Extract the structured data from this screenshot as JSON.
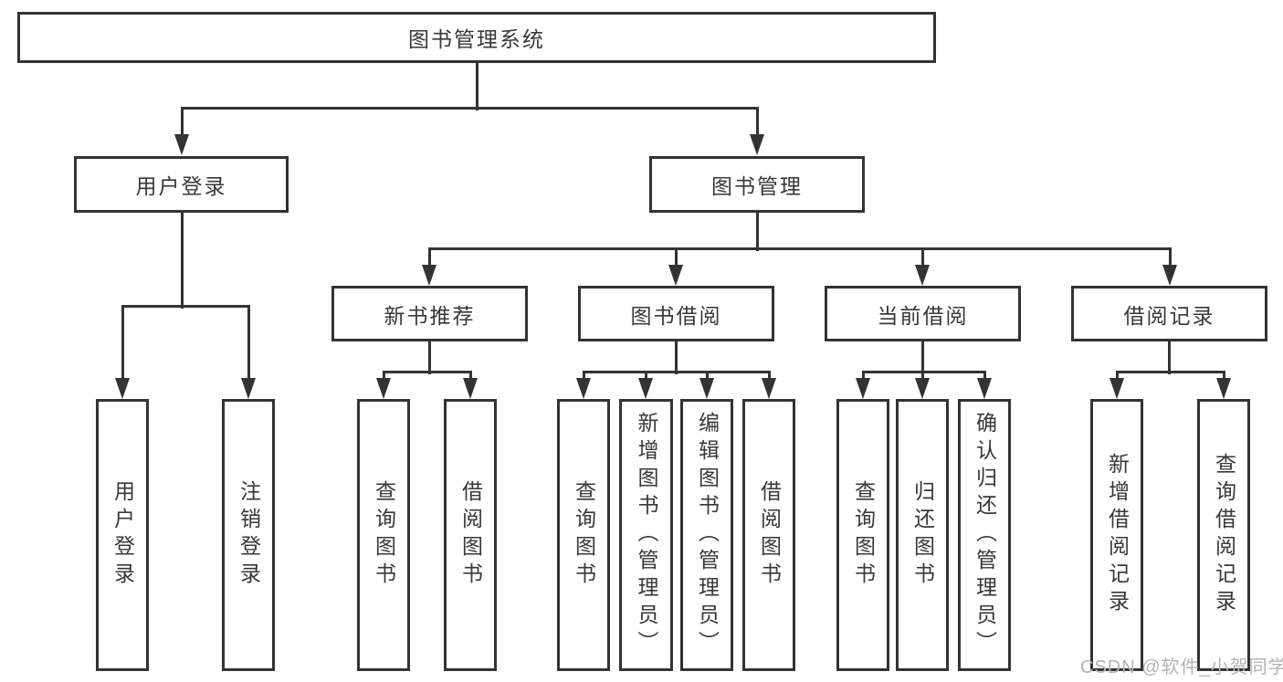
{
  "diagram": {
    "root": {
      "label": "图书管理系统"
    },
    "level1": [
      {
        "label": "用户登录"
      },
      {
        "label": "图书管理"
      }
    ],
    "level2": [
      {
        "label": "新书推荐"
      },
      {
        "label": "图书借阅"
      },
      {
        "label": "当前借阅"
      },
      {
        "label": "借阅记录"
      }
    ],
    "leaves": {
      "user_login": [
        "用户登录",
        "注销登录"
      ],
      "new_books": [
        "查询图书",
        "借阅图书"
      ],
      "book_borrow": [
        "查询图书",
        "新增图书（管理员）",
        "编辑图书（管理员）",
        "借阅图书"
      ],
      "current_borrow": [
        "查询图书",
        "归还图书",
        "确认归还（管理员）"
      ],
      "borrow_records": [
        "新增借阅记录",
        "查询借阅记录"
      ]
    }
  },
  "watermark": {
    "text": "CSDN @软件_小贺同学",
    "color": "#b3b3b3"
  },
  "colors": {
    "line": "#333333",
    "text": "#383838",
    "background": "#ffffff"
  }
}
